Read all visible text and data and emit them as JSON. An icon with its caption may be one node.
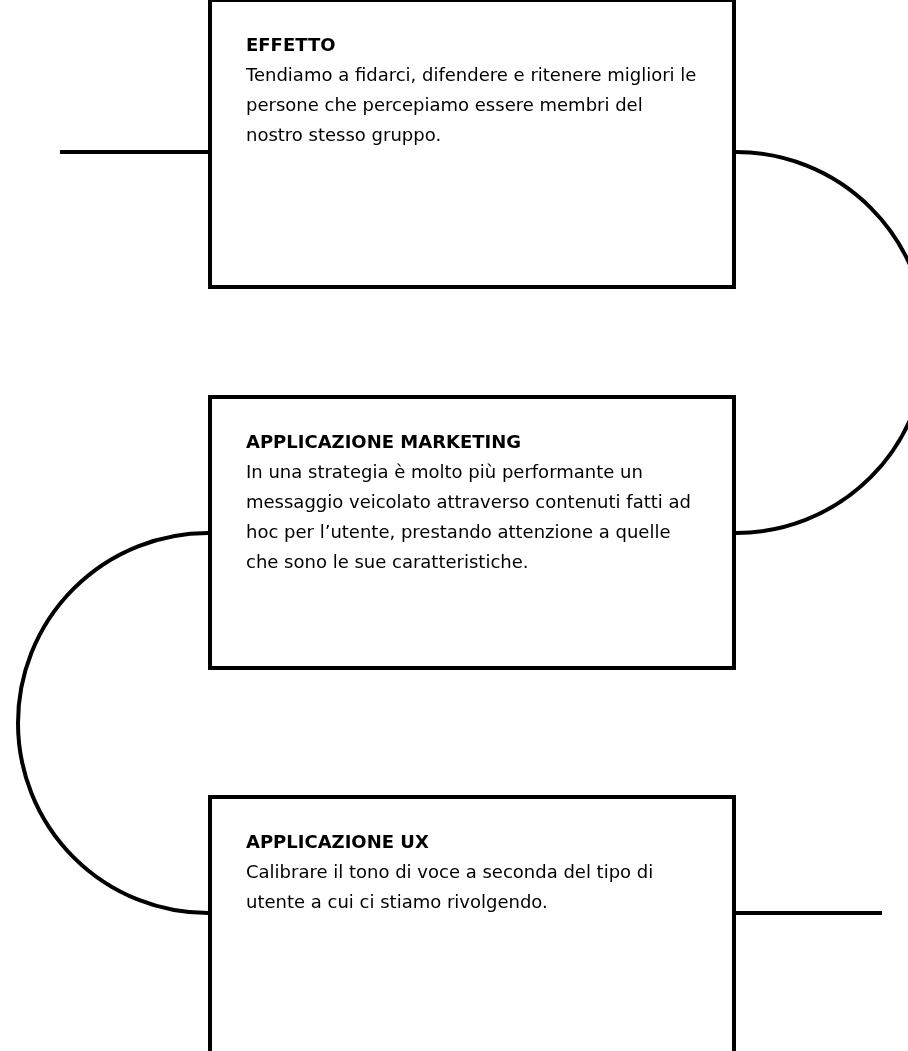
{
  "diagram": {
    "nodes": [
      {
        "text": [
          "EFFETTO",
          "Tendiamo a fidarci, difendere e ritenere migliori le persone che percepiamo essere membri del nostro stesso gruppo."
        ]
      },
      {
        "text": [
          "APPLICAZIONE MARKETING",
          "In una strategia è molto più performante un messaggio veicolato attraverso contenuti fatti ad hoc per l’utente, prestando attenzione a quelle che sono le sue caratteristiche."
        ]
      },
      {
        "text": [
          "APPLICAZIONE UX",
          "Calibrare il tono di voce a seconda del tipo di utente a cui ci stiamo rivolgendo."
        ]
      }
    ],
    "edges": [
      {
        "from": null,
        "to": 0,
        "arrow": "none"
      },
      {
        "from": 0,
        "to": 1,
        "arrow": "none"
      },
      {
        "from": 1,
        "to": 2,
        "arrow": "none"
      },
      {
        "from": 2,
        "to": null,
        "arrow": "none"
      }
    ]
  }
}
